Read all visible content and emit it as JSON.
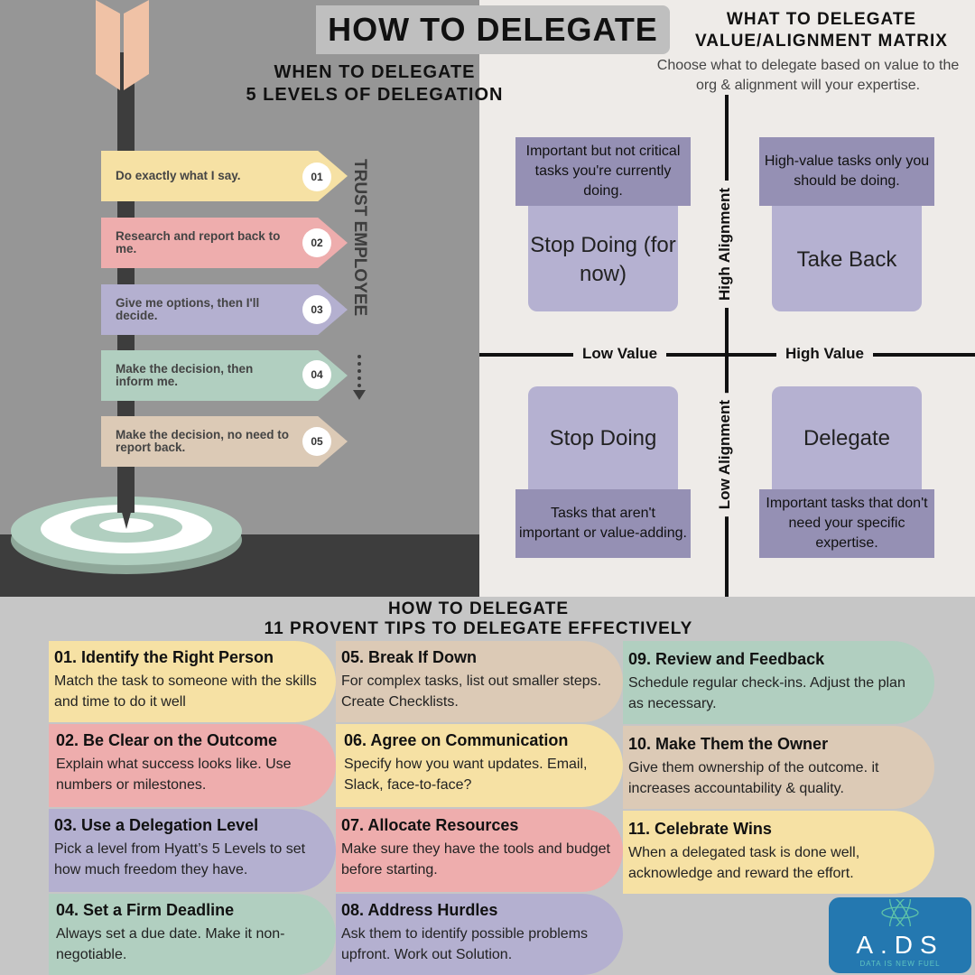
{
  "title": "HOW TO DELEGATE",
  "when": {
    "line1": "WHEN TO DELEGATE",
    "line2": "5 LEVELS OF DELEGATION",
    "trust_label": "TRUST EMPLOYEE",
    "levels": [
      {
        "num": "01",
        "text": "Do exactly what I say."
      },
      {
        "num": "02",
        "text": "Research and report back to me."
      },
      {
        "num": "03",
        "text": "Give me options, then I'll decide."
      },
      {
        "num": "04",
        "text": "Make the decision, then inform me."
      },
      {
        "num": "05",
        "text": "Make the decision, no need to report back."
      }
    ]
  },
  "what": {
    "line1": "WHAT TO DELEGATE",
    "line2": "VALUE/ALIGNMENT MATRIX",
    "subtitle": "Choose what to delegate based on value to the org & alignment will your expertise.",
    "axes": {
      "low_value": "Low Value",
      "high_value": "High Value",
      "high_alignment": "High Alignment",
      "low_alignment": "Low Alignment"
    },
    "quadrants": [
      {
        "title": "Stop Doing (for now)",
        "caption": "Important but not critical tasks you're currently doing."
      },
      {
        "title": "Take Back",
        "caption": "High-value tasks only you should be doing."
      },
      {
        "title": "Stop Doing",
        "caption": "Tasks that aren't important or value-adding."
      },
      {
        "title": "Delegate",
        "caption": "Important tasks that don't need your specific expertise."
      }
    ]
  },
  "tips": {
    "line1": "HOW TO DELEGATE",
    "line2": "11 PROVENT TIPS TO DELEGATE EFFECTIVELY",
    "items": [
      {
        "title": "01. Identify the Right Person",
        "text": "Match the task to someone with the skills and time to do it well"
      },
      {
        "title": "02. Be Clear on the Outcome",
        "text": "Explain what success looks like. Use numbers or milestones."
      },
      {
        "title": "03. Use a Delegation Level",
        "text": "Pick a level from Hyatt’s 5 Levels to set how much freedom they have."
      },
      {
        "title": "04. Set a Firm Deadline",
        "text": "Always set a due date. Make it non-negotiable."
      },
      {
        "title": "05. Break If Down",
        "text": "For complex tasks, list out smaller steps. Create Checklists."
      },
      {
        "title": "06. Agree on Communication",
        "text": "Specify how you want updates. Email, Slack, face-to-face?"
      },
      {
        "title": "07. Allocate Resources",
        "text": "Make sure they have the tools and budget before starting."
      },
      {
        "title": "08. Address Hurdles",
        "text": "Ask them to identify possible problems upfront. Work out Solution."
      },
      {
        "title": "09. Review and Feedback",
        "text": "Schedule regular check-ins. Adjust the plan as necessary."
      },
      {
        "title": "10. Make Them the Owner",
        "text": "Give them ownership of the outcome. it increases accountability & quality."
      },
      {
        "title": "11. Celebrate Wins",
        "text": "When a delegated task is done well, acknowledge and reward the effort."
      }
    ]
  },
  "logo": {
    "letters": "A.DS",
    "tagline": "DATA IS NEW FUEL"
  }
}
